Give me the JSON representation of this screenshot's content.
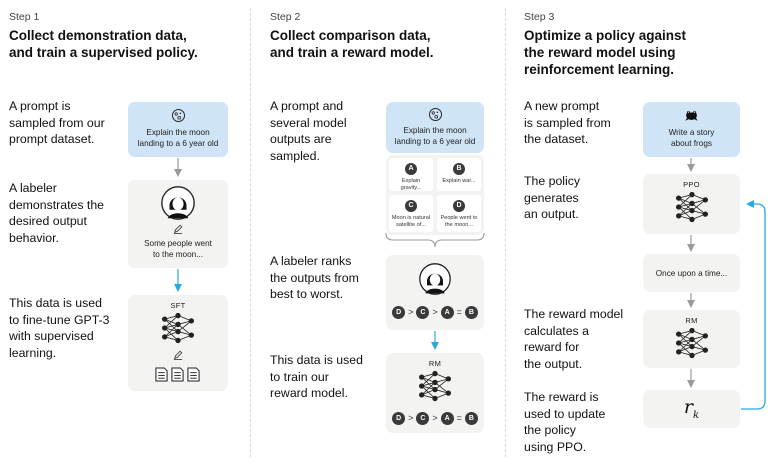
{
  "steps": [
    {
      "label": "Step 1",
      "title_line1": "Collect demonstration data,",
      "title_line2": "and train a supervised policy.",
      "descriptions": [
        [
          "A prompt is",
          "sampled from our",
          "prompt dataset."
        ],
        [
          "A labeler",
          "demonstrates the",
          "desired output",
          "behavior."
        ],
        [
          "This data is used",
          "to fine-tune GPT-3",
          "with supervised",
          "learning."
        ]
      ],
      "prompt_text": [
        "Explain the moon",
        "landing to a 6 year old"
      ],
      "demo_text": [
        "Some people went",
        "to the moon..."
      ],
      "model_label": "SFT"
    },
    {
      "label": "Step 2",
      "title_line1": "Collect comparison data,",
      "title_line2": "and train a reward model.",
      "descriptions": [
        [
          "A prompt and",
          "several model",
          "outputs are",
          "sampled."
        ],
        [
          "A labeler ranks",
          "the outputs from",
          "best to worst."
        ],
        [
          "This data is used",
          "to train our",
          "reward model."
        ]
      ],
      "prompt_text": [
        "Explain the moon",
        "landing to a 6 year old"
      ],
      "outputs": [
        {
          "letter": "A",
          "text": [
            "Explain gravity..."
          ]
        },
        {
          "letter": "B",
          "text": [
            "Explain war..."
          ]
        },
        {
          "letter": "C",
          "text": [
            "Moon is natural",
            "satellite of..."
          ]
        },
        {
          "letter": "D",
          "text": [
            "People went to",
            "the moon..."
          ]
        }
      ],
      "ranking": [
        "D",
        ">",
        "C",
        ">",
        "A",
        "=",
        "B"
      ],
      "model_label": "RM"
    },
    {
      "label": "Step 3",
      "title_line1": "Optimize a policy against",
      "title_line2": "the reward model using",
      "title_line3": "reinforcement learning.",
      "descriptions": [
        [
          "A new prompt",
          "is sampled from",
          "the dataset."
        ],
        [
          "The policy",
          "generates",
          "an output."
        ],
        [
          "The reward model",
          "calculates a",
          "reward for",
          "the output."
        ],
        [
          "The reward is",
          "used to update",
          "the policy",
          "using PPO."
        ]
      ],
      "prompt_text": [
        "Write a story",
        "about frogs"
      ],
      "policy_label": "PPO",
      "output_text": "Once upon a time...",
      "model_label": "RM",
      "reward_symbol": "r",
      "reward_subscript": "k"
    }
  ],
  "icons": {
    "prompt_icon_1": "moon-icon",
    "prompt_icon_3": "frog-icon",
    "labeler": "person-avatar-icon",
    "pencil": "pencil-icon",
    "documents": "document-icon",
    "network": "neural-network-icon"
  },
  "colors": {
    "prompt_box": "#cfe4f6",
    "step_box": "#f3f3f1",
    "grey_arrow": "#9a9a9a",
    "blue_arrow": "#29a8e0"
  }
}
